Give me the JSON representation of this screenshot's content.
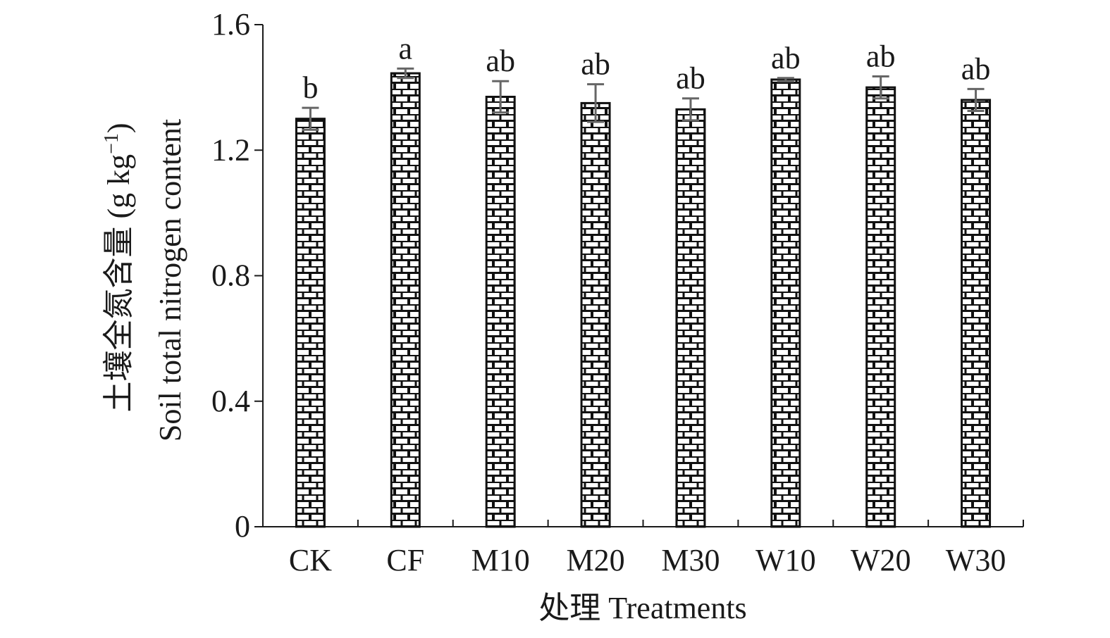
{
  "chart_data": {
    "type": "bar",
    "categories": [
      "CK",
      "CF",
      "M10",
      "M20",
      "M30",
      "W10",
      "W20",
      "W30"
    ],
    "values": [
      1.3,
      1.445,
      1.37,
      1.35,
      1.33,
      1.425,
      1.4,
      1.36
    ],
    "errors": [
      0.035,
      0.015,
      0.05,
      0.06,
      0.035,
      0.005,
      0.035,
      0.035
    ],
    "significance": [
      "b",
      "a",
      "ab",
      "ab",
      "ab",
      "ab",
      "ab",
      "ab"
    ],
    "ylim": [
      0,
      1.6
    ],
    "yticks": [
      0,
      0.4,
      0.8,
      1.2,
      1.6
    ],
    "ytick_labels": [
      "0",
      "0.4",
      "0.8",
      "1.2",
      "1.6"
    ],
    "xlabel": "处理 Treatments",
    "ylabel_line1": "土壤全氮含量 (g kg",
    "ylabel_sup": "−1",
    "ylabel_line1_end": ")",
    "ylabel_line2": "Soil total nitrogen content",
    "grid": false,
    "legend": "none",
    "colors": {
      "bar_fill": "#ffffff",
      "bar_pattern": "#111111",
      "axis": "#1a1a1a",
      "error_bar": "#666666"
    }
  }
}
